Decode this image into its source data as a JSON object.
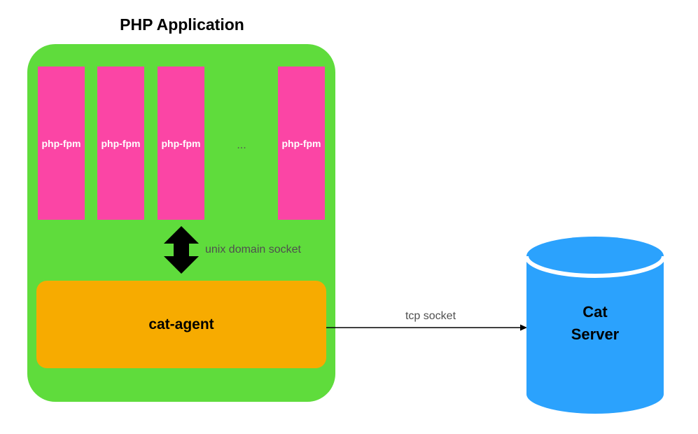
{
  "title": "PHP Application",
  "processes": [
    "php-fpm",
    "php-fpm",
    "php-fpm",
    "php-fpm"
  ],
  "ellipsis": "...",
  "uds_label": "unix domain socket",
  "agent_label": "cat-agent",
  "tcp_label": "tcp socket",
  "server": {
    "line1": "Cat",
    "line2": "Server"
  },
  "colors": {
    "app_bg": "#5fdc3c",
    "process_bg": "#fb45a5",
    "agent_bg": "#f7ab00",
    "server_bg": "#2ba2fd"
  }
}
